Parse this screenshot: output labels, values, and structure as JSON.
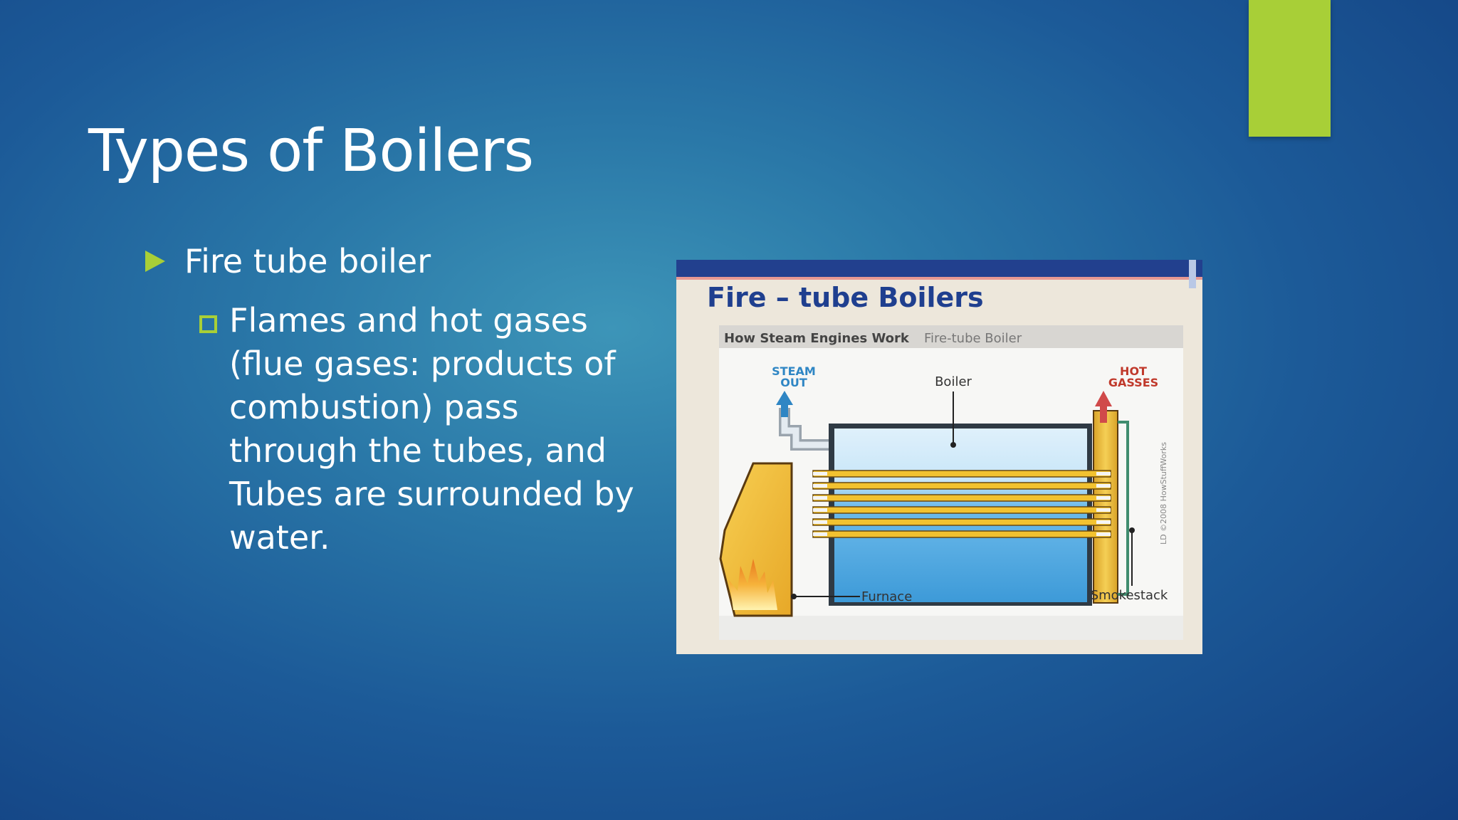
{
  "slide": {
    "title": "Types of Boilers",
    "bullet": "Fire tube boiler",
    "sub_bullet": "Flames and hot gases (flue gases: products of combustion) pass through the tubes, and Tubes are surrounded by water."
  },
  "figure": {
    "heading": "Fire – tube Boilers",
    "caption_bold": "How Steam Engines Work",
    "caption_light": "Fire-tube Boiler",
    "steam_out_line1": "STEAM",
    "steam_out_line2": "OUT",
    "hot_gasses_line1": "HOT",
    "hot_gasses_line2": "GASSES",
    "boiler_label": "Boiler",
    "furnace_label": "Furnace",
    "smokestack_label": "Smokestack",
    "copyright": "LD ©2008 HowStuffWorks"
  },
  "colors": {
    "accent": "#a8cf37",
    "figure_heading": "#1f3f8f",
    "steam_arrow": "#2f86c4",
    "hot_arrow": "#d04a4a",
    "flue_tube": "#f2c230",
    "water": "#55aee6"
  }
}
